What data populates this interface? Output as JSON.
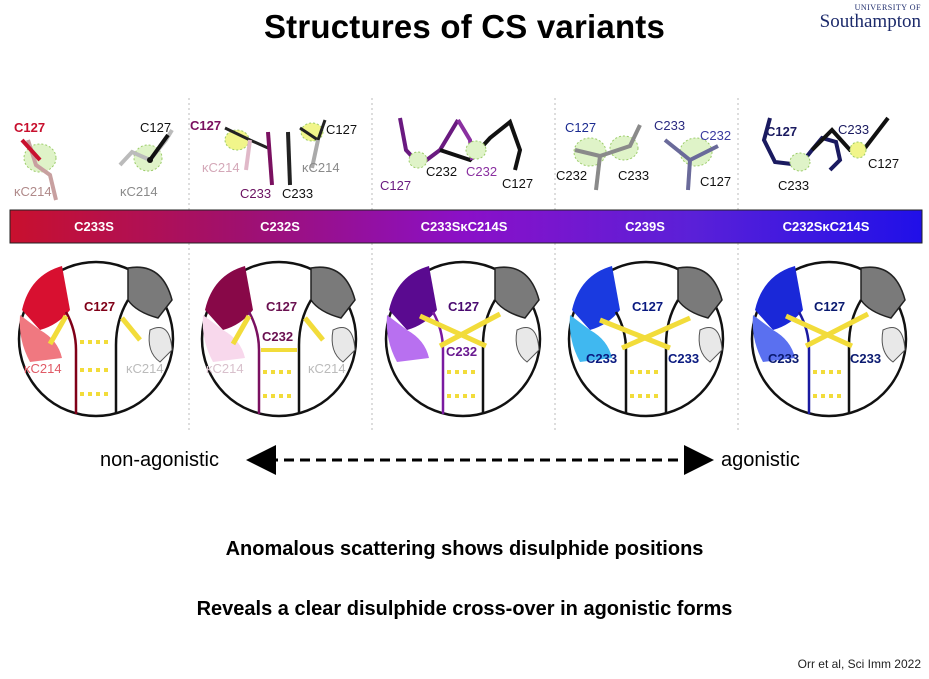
{
  "title": "Structures of CS variants",
  "logo": {
    "line1": "UNIVERSITY OF",
    "line2": "Southampton"
  },
  "variants": [
    {
      "name": "C233S",
      "color": "#c8102e",
      "top_labels": [
        "C127",
        "C127",
        "κC214",
        "κC214"
      ],
      "circle_labels": [
        "C127",
        "κC214",
        "κC214"
      ]
    },
    {
      "name": "C232S",
      "color": "#a0105a",
      "top_labels": [
        "C127",
        "C127",
        "κC214",
        "κC214",
        "C233",
        "C233"
      ],
      "circle_labels": [
        "C127",
        "C232",
        "κC214",
        "κC214"
      ]
    },
    {
      "name": "C233SκC214S",
      "color": "#8a1aa0",
      "top_labels": [
        "C127",
        "C232",
        "C232",
        "C127"
      ],
      "circle_labels": [
        "C127",
        "C232"
      ]
    },
    {
      "name": "C239S",
      "color": "#5a20c8",
      "top_labels": [
        "C127",
        "C233",
        "C232",
        "C232",
        "C233",
        "C127"
      ],
      "circle_labels": [
        "C127",
        "C233",
        "C233"
      ]
    },
    {
      "name": "C232SκC214S",
      "color": "#2a10e0",
      "top_labels": [
        "C127",
        "C233",
        "C233",
        "C127"
      ],
      "circle_labels": [
        "C127",
        "C233",
        "C233"
      ]
    }
  ],
  "gradient": [
    "#c8102e",
    "#a0106e",
    "#8a10c8",
    "#5a20d8",
    "#2010e8"
  ],
  "axis": {
    "left": "non-agonistic",
    "right": "agonistic"
  },
  "footer": [
    "Anomalous scattering shows disulphide positions",
    "Reveals a clear disulphide cross-over in agonistic forms"
  ],
  "citation": "Orr et al, Sci Imm 2022"
}
